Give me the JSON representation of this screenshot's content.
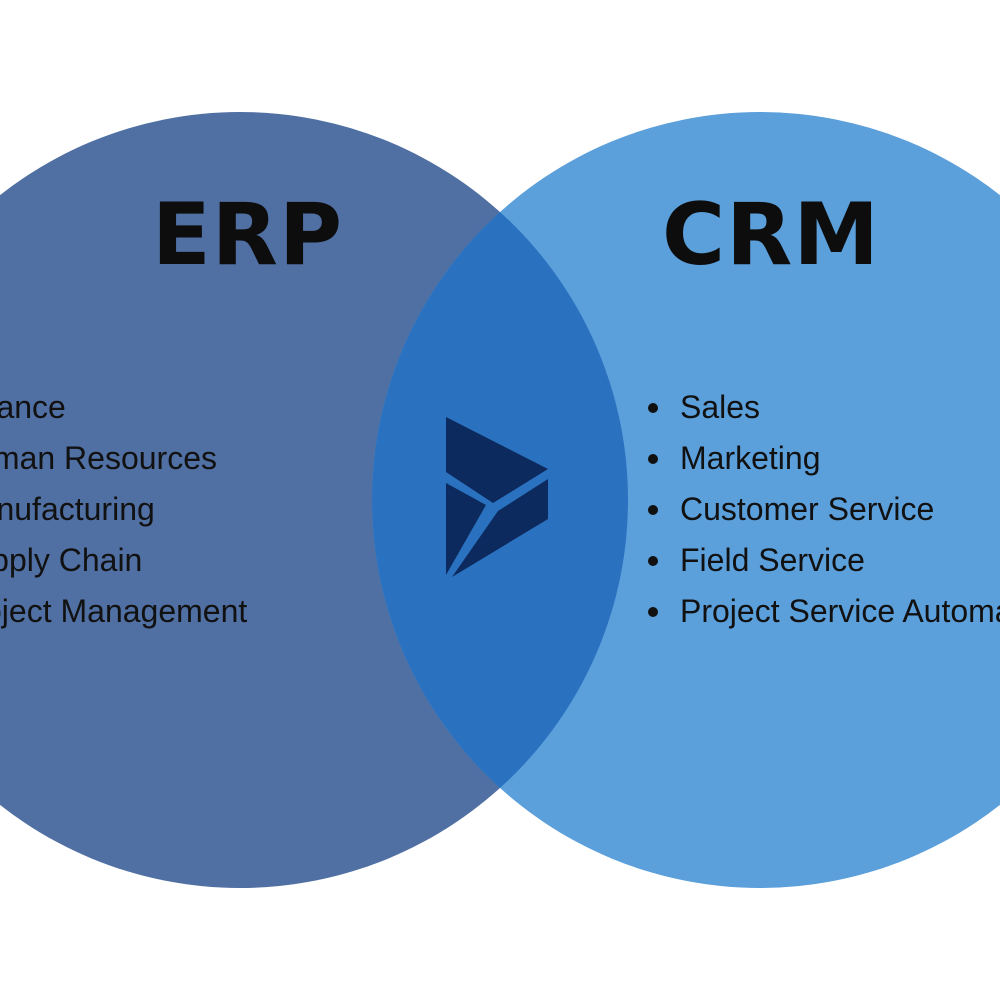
{
  "diagram": {
    "left_circle": {
      "title": "ERP",
      "color": "#506fa2",
      "items": [
        "Finance",
        "Human Resources",
        "Manufacturing",
        "Supply Chain",
        "Project Management"
      ]
    },
    "right_circle": {
      "title": "CRM",
      "color": "#5b9fdb",
      "items": [
        "Sales",
        "Marketing",
        "Customer Service",
        "Field Service",
        "Project Service Automation"
      ]
    },
    "overlap_color": "#2a72bf",
    "center_icon": "dynamics-logo-icon",
    "logo_color": "#0c2a5e"
  }
}
